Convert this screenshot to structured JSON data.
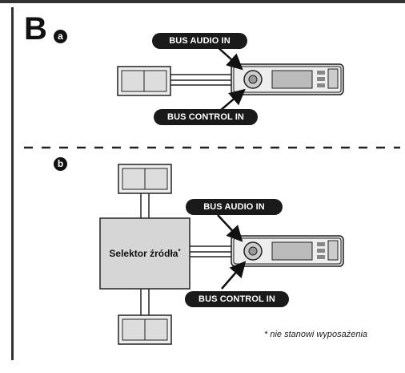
{
  "section": {
    "letter": "B"
  },
  "variant_a": {
    "badge": "a",
    "audio_label": "BUS AUDIO IN",
    "control_label": "BUS CONTROL IN"
  },
  "variant_b": {
    "badge": "b",
    "audio_label": "BUS AUDIO IN",
    "control_label": "BUS CONTROL IN",
    "selector_label": "Selektor źródła",
    "selector_mark": "*"
  },
  "footnote": "* nie stanowi wyposażenia"
}
